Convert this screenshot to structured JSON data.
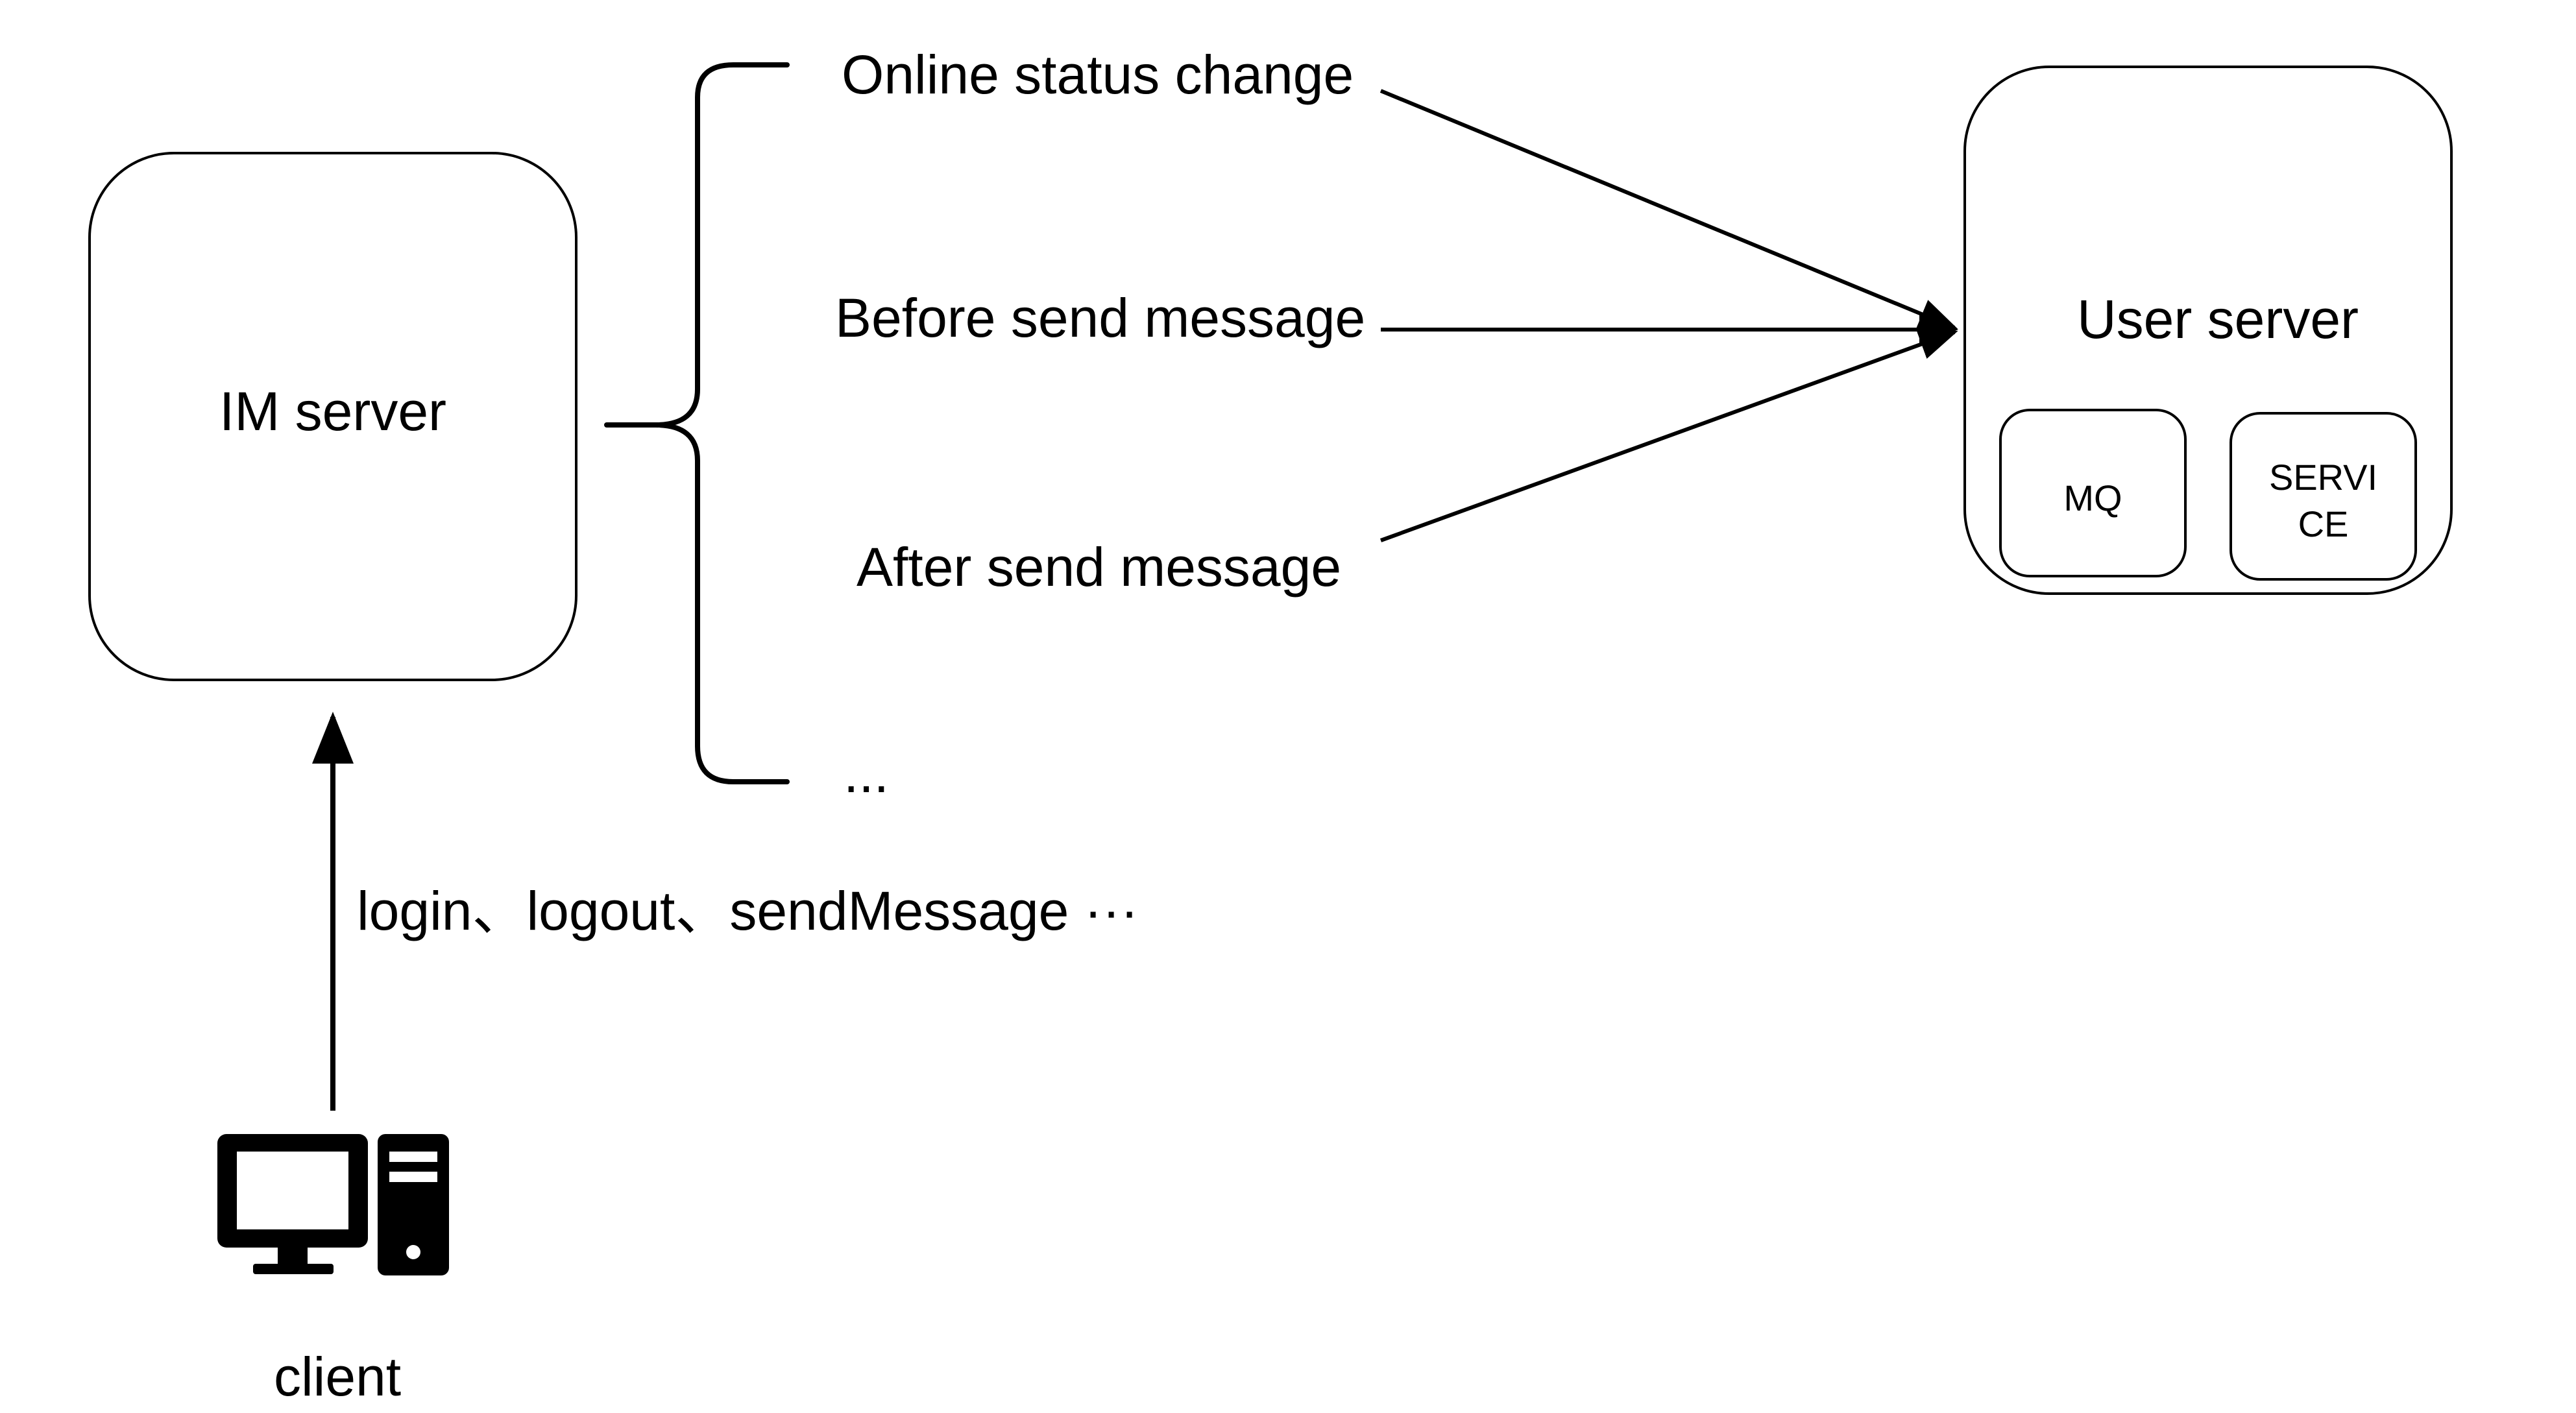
{
  "im_server": {
    "label": "IM server"
  },
  "events": {
    "online_status_change": "Online status change",
    "before_send_message": "Before send message",
    "after_send_message": "After send message",
    "more": "..."
  },
  "user_server": {
    "label": "User server",
    "mq": "MQ",
    "service_line1": "SERVI",
    "service_line2": "CE"
  },
  "client": {
    "actions": "login、logout、sendMessage ···",
    "label": "client",
    "icon": "desktop-computer-icon"
  }
}
